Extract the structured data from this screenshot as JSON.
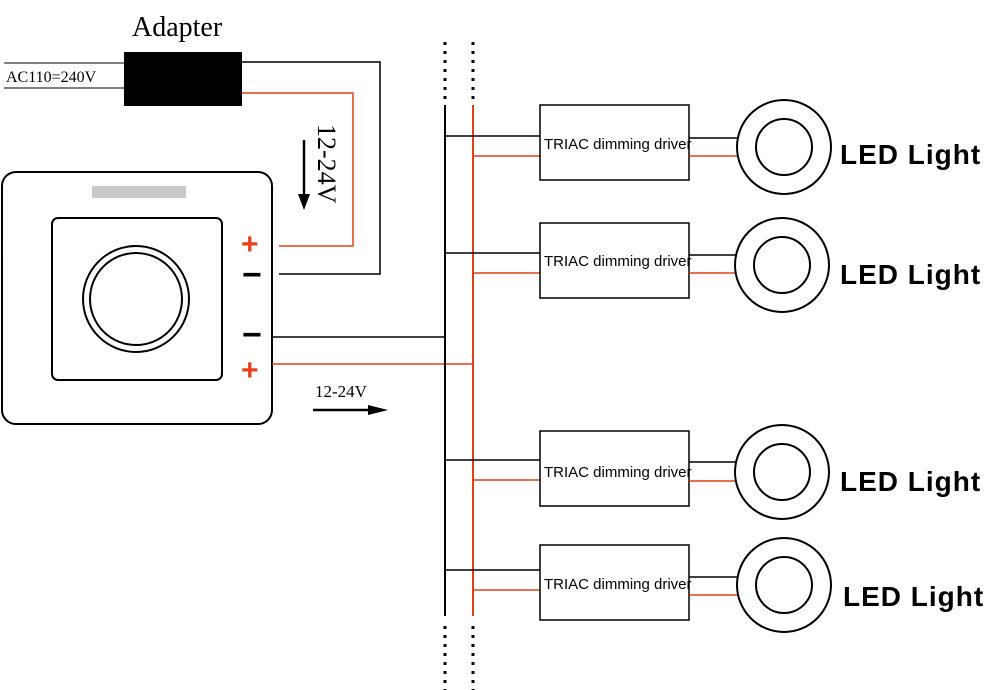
{
  "adapter": {
    "title": "Adapter",
    "input_label": "AC110=240V"
  },
  "voltage_vertical": "12-24V",
  "voltage_output": "12-24V",
  "dimmer": {
    "plus_top": "+",
    "minus_top": "−",
    "minus_bottom": "−",
    "plus_bottom": "+"
  },
  "drivers": [
    {
      "label": "TRIAC dimming driver",
      "light": "LED Light"
    },
    {
      "label": "TRIAC dimming driver",
      "light": "LED Light"
    },
    {
      "label": "TRIAC dimming driver",
      "light": "LED Light"
    },
    {
      "label": "TRIAC dimming driver",
      "light": "LED Light"
    }
  ],
  "colors": {
    "wire_black": "#000000",
    "wire_red": "#e0401a",
    "terminal_red": "#e8401a",
    "knob_slot": "#c8c8c8",
    "adapter_body": "#000000"
  }
}
